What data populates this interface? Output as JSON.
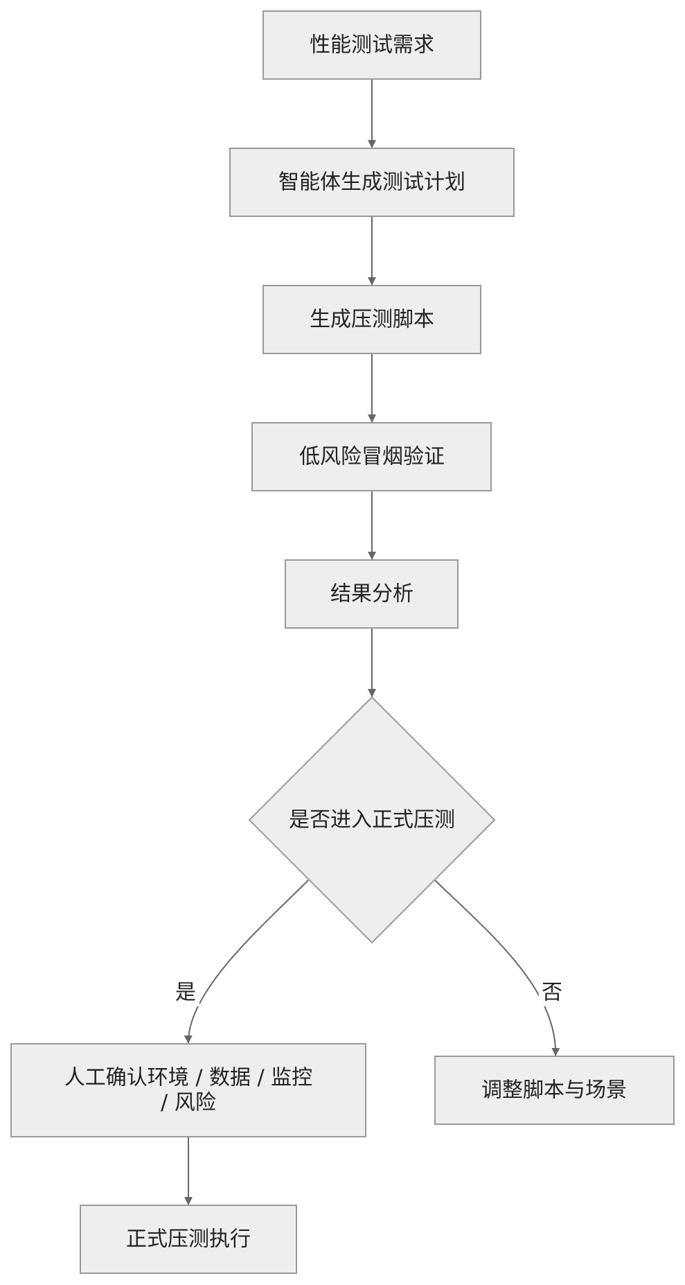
{
  "nodes": {
    "requirement": "性能测试需求",
    "plan": "智能体生成测试计划",
    "script": "生成压测脚本",
    "smoke": "低风险冒烟验证",
    "analysis": "结果分析",
    "decision": "是否进入正式压测",
    "confirm_line1": "人工确认环境 / 数据 / 监控",
    "confirm_line2": "/ 风险",
    "adjust": "调整脚本与场景",
    "execute": "正式压测执行"
  },
  "edges": {
    "yes_label": "是",
    "no_label": "否"
  },
  "colors": {
    "node_fill": "#eeeeee",
    "node_stroke": "#999999",
    "edge": "#666666",
    "text": "#222222"
  }
}
